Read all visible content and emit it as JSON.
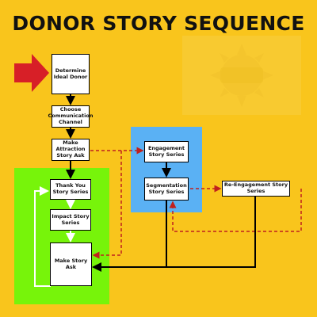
{
  "title": "DONOR STORY SEQUENCE",
  "nodes": {
    "determine": "Determine Ideal Donor",
    "choose": "Choose Communication Channel",
    "attraction": "Make Attraction Story Ask",
    "thankyou": "Thank You Story Series",
    "impact": "Impact Story Series",
    "storyask": "Make Story Ask",
    "engagement": "Engagement Story Series",
    "segmentation": "Segmentation Story Series",
    "reengagement": "Re-Engagement Story Series"
  },
  "colors": {
    "background": "#f9c51c",
    "green_zone": "#77f40a",
    "blue_zone": "#5ab1f4",
    "start_arrow": "#d71f27",
    "dashed_line": "#c0201e"
  },
  "icons": [
    "start-arrow-icon",
    "logo-watermark"
  ]
}
